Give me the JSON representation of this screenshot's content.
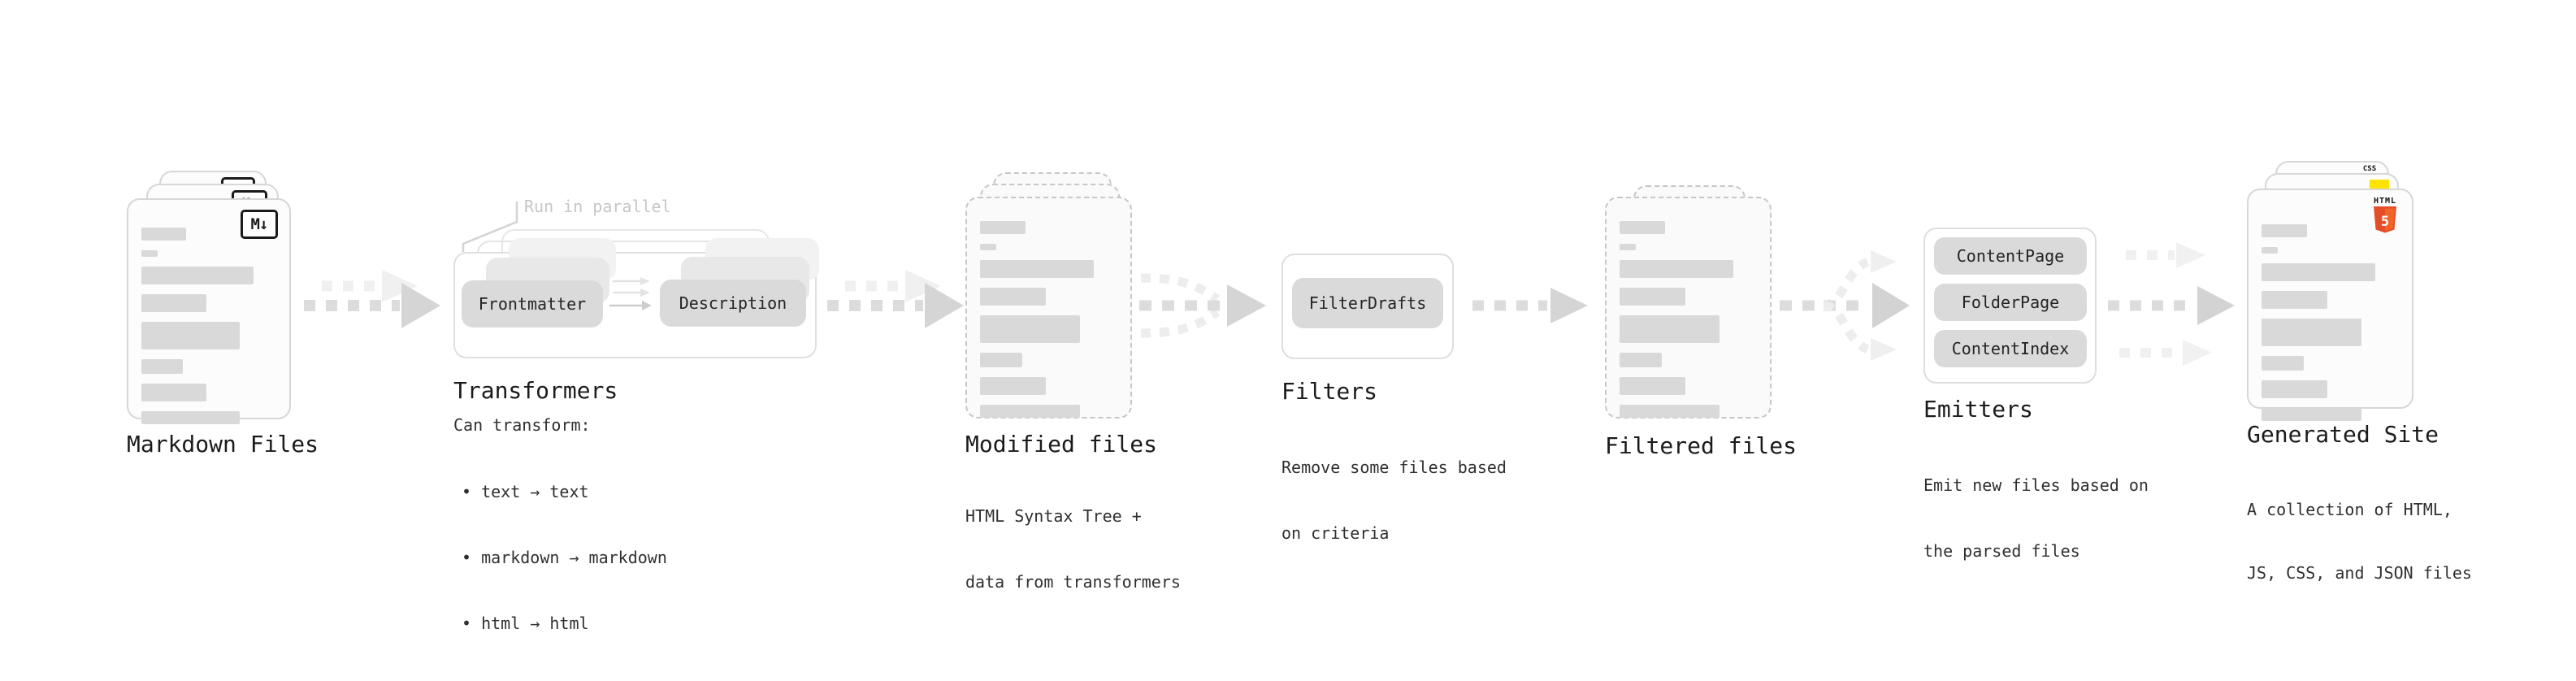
{
  "stages": {
    "markdown_files": {
      "label": "Markdown Files",
      "badge": "M↓"
    },
    "transformers": {
      "note": "Run in parallel",
      "box_left": "Frontmatter",
      "box_right": "Description",
      "heading": "Transformers",
      "desc_heading": "Can transform:",
      "desc_items": [
        "• text → text",
        "• markdown → markdown",
        "• html → html"
      ]
    },
    "modified_files": {
      "label": "Modified files",
      "desc_lines": [
        "HTML Syntax Tree +",
        "data from transformers"
      ]
    },
    "filters": {
      "heading": "Filters",
      "box": "FilterDrafts",
      "desc_lines": [
        "Remove some files based",
        "on criteria"
      ]
    },
    "filtered_files": {
      "label": "Filtered files"
    },
    "emitters": {
      "heading": "Emitters",
      "boxes": [
        "ContentPage",
        "FolderPage",
        "ContentIndex"
      ],
      "desc_lines": [
        "Emit new files based on",
        "the parsed files"
      ]
    },
    "generated_site": {
      "label": "Generated Site",
      "desc_lines": [
        "A collection of HTML,",
        "JS, CSS, and JSON files"
      ],
      "badges": {
        "css": "CSS",
        "js": "",
        "html": "HTML",
        "html_number": "5"
      }
    }
  },
  "colors": {
    "html5_orange": "#e44d26",
    "html5_orange_light": "#f16529",
    "js_yellow": "#ffe400",
    "css_blue": "#2862f0"
  }
}
